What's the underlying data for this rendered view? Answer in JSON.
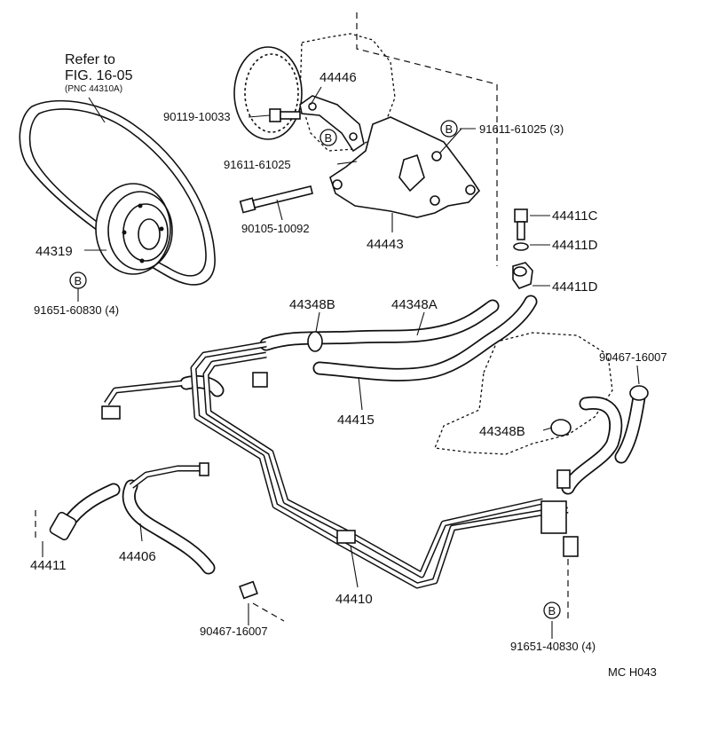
{
  "diagram": {
    "reference": {
      "line1": "Refer to",
      "line2": "FIG. 16-05",
      "line3": "(PNC 44310A)"
    },
    "labels": {
      "p44446": "44446",
      "p90119": "90119-10033",
      "p91611a": "91611-61025",
      "p91611b": "91611-61025 (3)",
      "p90105": "90105-10092",
      "p44443": "44443",
      "p44319": "44319",
      "p91651a": "91651-60830 (4)",
      "p44411C": "44411C",
      "p44411Da": "44411D",
      "p44411Db": "44411D",
      "p44348B_a": "44348B",
      "p44348A": "44348A",
      "p44415": "44415",
      "p90467a": "90467-16007",
      "p44348B_b": "44348B",
      "p44411": "44411",
      "p44406": "44406",
      "p90467b": "90467-16007",
      "p44410": "44410",
      "p91651b": "91651-40830 (4)"
    },
    "callout_letter": "B",
    "footer_code": "MC  H043"
  }
}
